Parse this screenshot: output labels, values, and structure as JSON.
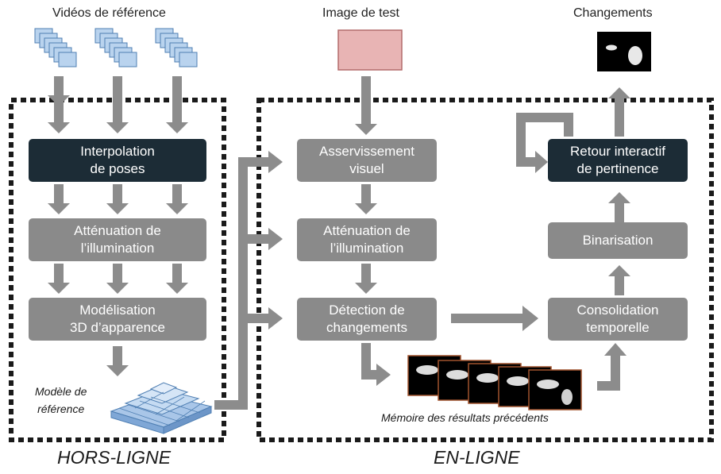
{
  "labels": {
    "reference_videos": "Vidéos de référence",
    "test_image": "Image de test",
    "changes": "Changements",
    "reference_model": "Modèle de\nréférence",
    "memory": "Mémoire des résultats précédents",
    "offline": "HORS-LIGNE",
    "online": "EN-LIGNE"
  },
  "offline_boxes": {
    "pose_interpolation": "Interpolation\nde poses",
    "illumination": "Atténuation de\nl’illumination",
    "modeling": "Modélisation\n3D d’apparence"
  },
  "online_boxes": {
    "servoing": "Asservissement\nvisuel",
    "illumination": "Atténuation de\nl’illumination",
    "detection": "Détection de\nchangements",
    "temporal": "Consolidation\ntemporelle",
    "binarization": "Binarisation",
    "feedback": "Retour interactif\nde pertinence"
  },
  "colors": {
    "gray_box": "#8a8a8a",
    "dark_box": "#1c2c36",
    "arrow": "#8c8c8c",
    "video_frame": "#b9d3ee",
    "test_image": "#e8b4b4",
    "dashed_border": "#1a1a1a"
  }
}
